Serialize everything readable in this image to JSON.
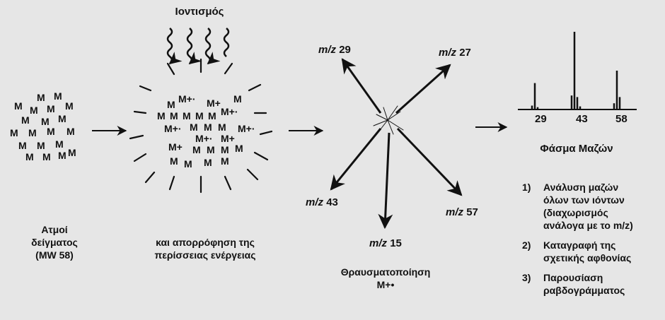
{
  "ionization_label": "Ιοντισμός",
  "sample": {
    "letter": "M",
    "caption_line1": "Ατμοί",
    "caption_line2": "δείγματος",
    "caption_line3": "(MW 58)"
  },
  "ionized": {
    "ion_text": "M+·",
    "ion_text_alt": "M+",
    "caption_line1": "και απορρόφηση της",
    "caption_line2": "περίσσειας ενέργειας"
  },
  "fragmentation": {
    "caption_line1": "Θραυσματοποίηση",
    "caption_line2": "M+•",
    "mz_prefix": "m/z",
    "fragments": [
      "29",
      "27",
      "43",
      "57",
      "15"
    ]
  },
  "spectrum": {
    "title": "Φάσμα Μαζών",
    "tick_labels": [
      "29",
      "43",
      "58"
    ]
  },
  "steps": [
    {
      "num": "1)",
      "text_lines": [
        "Ανάλυση μαζών",
        "όλων των ιόντων",
        "(διαχωρισμός",
        "ανάλογα με το m/z)"
      ]
    },
    {
      "num": "2)",
      "text_lines": [
        "Καταγραφή της",
        "σχετικής αφθονίας"
      ]
    },
    {
      "num": "3)",
      "text_lines": [
        "Παρουσίαση",
        "ραβδογράμματος"
      ]
    }
  ],
  "chart_data": {
    "type": "bar",
    "title": "Φάσμα Μαζών",
    "x": [
      27,
      28,
      29,
      41,
      42,
      43,
      44,
      56,
      57,
      58,
      59
    ],
    "values": [
      5,
      34,
      3,
      18,
      100,
      16,
      4,
      8,
      50,
      16,
      0
    ],
    "xticks": [
      29,
      43,
      58
    ]
  }
}
